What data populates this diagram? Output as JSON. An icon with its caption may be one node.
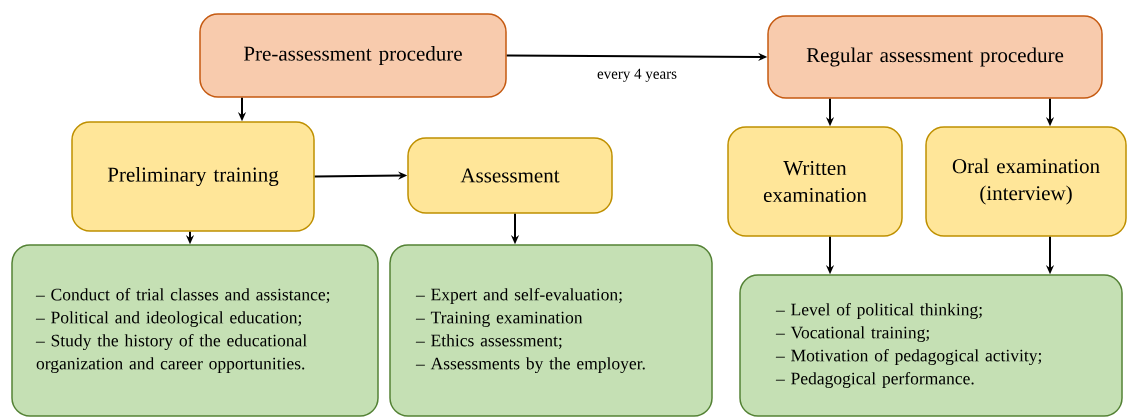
{
  "diagram": {
    "nodes": [
      {
        "text": [
          "Pre-assessment procedure"
        ]
      },
      {
        "text": [
          "Regular assessment procedure"
        ]
      },
      {
        "text": [
          "Preliminary training"
        ]
      },
      {
        "text": [
          "Assessment"
        ]
      },
      {
        "text": [
          "Written examination"
        ]
      },
      {
        "text": [
          "Oral examination (interview)"
        ]
      },
      {
        "text": [
          "– Conduct of trial classes and assistance;",
          "– Political and ideological education;",
          "– Study the history of the educational organization and career opportunities."
        ]
      },
      {
        "text": [
          "– Expert and self-evaluation;",
          "– Training examination",
          "– Ethics assessment;",
          "– Assessments by the employer."
        ]
      },
      {
        "text": [
          "– Level of political thinking;",
          "– Vocational training;",
          "– Motivation of pedagogical activity;",
          "– Pedagogical performance."
        ]
      }
    ],
    "edges": [
      {
        "from": 0,
        "to": 1,
        "arrow": "to",
        "label": "every 4 years"
      },
      {
        "from": 0,
        "to": 2,
        "arrow": "to"
      },
      {
        "from": 2,
        "to": 3,
        "arrow": "to"
      },
      {
        "from": 2,
        "to": 6,
        "arrow": "to"
      },
      {
        "from": 3,
        "to": 7,
        "arrow": "to"
      },
      {
        "from": 1,
        "to": 4,
        "arrow": "to"
      },
      {
        "from": 1,
        "to": 5,
        "arrow": "to"
      },
      {
        "from": 4,
        "to": 8,
        "arrow": "to"
      },
      {
        "from": 5,
        "to": 8,
        "arrow": "to"
      }
    ]
  }
}
